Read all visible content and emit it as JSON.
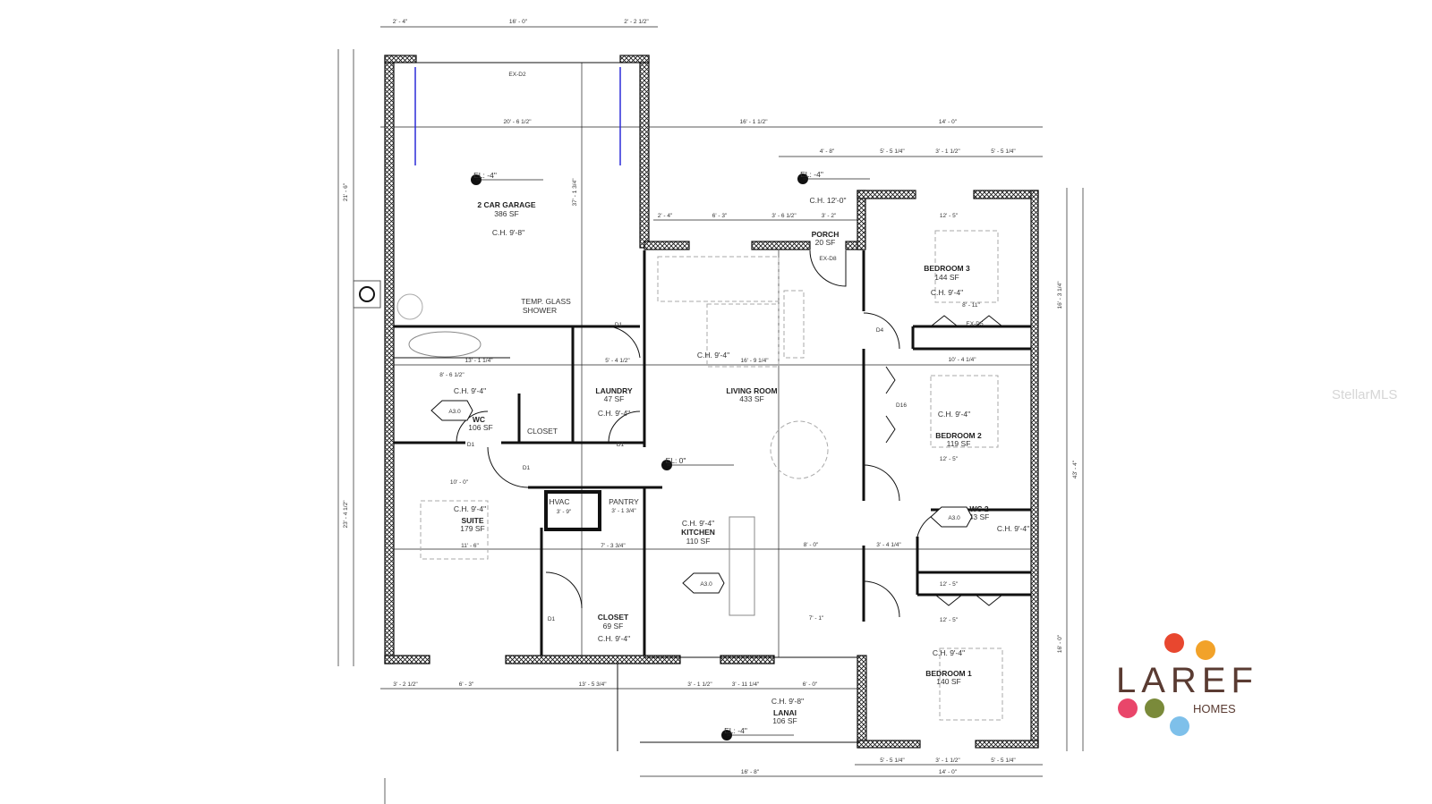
{
  "rooms": {
    "garage": {
      "name": "2 CAR GARAGE",
      "area": "386 SF",
      "ceiling": "C.H. 9'-8\""
    },
    "shower": {
      "name": "TEMP. GLASS",
      "name2": "SHOWER"
    },
    "laundry": {
      "name": "LAUNDRY",
      "area": "47 SF",
      "ceiling": "C.H. 9'-4\""
    },
    "wc": {
      "name": "WC",
      "area": "106 SF",
      "ceiling": "C.H. 9'-4\""
    },
    "closet_small": {
      "name": "CLOSET"
    },
    "suite": {
      "name": "SUITE",
      "area": "179 SF",
      "ceiling": "C.H. 9'-4\""
    },
    "hvac": {
      "name": "HVAC",
      "dim": "3' - 9\""
    },
    "pantry": {
      "name": "PANTRY",
      "dim": "3' - 1 3/4\""
    },
    "kitchen": {
      "name": "KITCHEN",
      "area": "110 SF",
      "ceiling": "C.H. 9'-4\""
    },
    "closet": {
      "name": "CLOSET",
      "area": "69 SF",
      "ceiling": "C.H. 9'-4\""
    },
    "living": {
      "name": "LIVING ROOM",
      "area": "433 SF",
      "ceiling": "C.H. 9'-4\""
    },
    "porch": {
      "name": "PORCH",
      "area": "20 SF",
      "ceiling": "C.H. 12'-0\"",
      "door": "EX-D8"
    },
    "bedroom3": {
      "name": "BEDROOM 3",
      "area": "144 SF",
      "ceiling": "C.H. 9'-4\""
    },
    "bedroom2": {
      "name": "BEDROOM 2",
      "area": "119 SF",
      "ceiling": "C.H. 9'-4\""
    },
    "wc2": {
      "name": "WC 2",
      "area": "43 SF",
      "ceiling": "C.H. 9'-4\""
    },
    "bedroom1": {
      "name": "BEDROOM 1",
      "area": "140 SF",
      "ceiling": "C.H. 9'-4\""
    },
    "lanai": {
      "name": "LANAI",
      "area": "106 SF",
      "ceiling": "C.H. 9'-8\""
    }
  },
  "elevations": [
    "EL: -4\"",
    "EL: -4\"",
    "EL: 0\"",
    "EL: -4\""
  ],
  "section_tags": [
    "A3.0",
    "A3.0",
    "A3.0"
  ],
  "door_tags": [
    "EX-D2",
    "D1",
    "D1",
    "D1",
    "D1",
    "D1",
    "D4",
    "D16",
    "EX-D5"
  ],
  "dimensions": {
    "top": [
      "2' - 4\"",
      "16' - 0\"",
      "2' - 2 1/2\"",
      "20' - 6 1/2\"",
      "16' - 1 1/2\"",
      "14' - 0\"",
      "5' - 5 1/4\"",
      "3' - 1 1/2\"",
      "5' - 5 1/4\"",
      "2' - 4\"",
      "6' - 3\"",
      "3' - 6 1/2\"",
      "3' - 2\"",
      "12' - 5\"",
      "4' - 8\""
    ],
    "bottom": [
      "3' - 2 1/2\"",
      "6' - 3\"",
      "13' - 5 3/4\"",
      "3' - 1 1/2\"",
      "3' - 11 1/4\"",
      "6' - 0\"",
      "5' - 5 1/4\"",
      "3' - 1 1/2\"",
      "5' - 5 1/4\"",
      "16' - 8\"",
      "14' - 0\""
    ],
    "left": [
      "21' - 6\"",
      "23' - 4 1/2\""
    ],
    "right": [
      "16' - 3 1/4\"",
      "43' - 4\"",
      "16' - 0\""
    ],
    "interior": [
      "13' - 1 1/4\"",
      "8' - 6 1/2\"",
      "10' - 0\"",
      "11' - 6\"",
      "7' - 3 3/4\"",
      "16' - 9 1/4\"",
      "12' - 5\"",
      "8' - 11\"",
      "10' - 4 1/4\"",
      "12' - 5\"",
      "3' - 4 1/4\"",
      "8' - 0\"",
      "7' - 1\"",
      "12' - 5\"",
      "37' - 1 3/4\"",
      "5' - 4 1/2\""
    ]
  },
  "logo": {
    "word": "LAREF",
    "sub": "HOMES",
    "dot_colors": [
      "#e8472f",
      "#f2a229",
      "#e9466a",
      "#7a8a3a",
      "#7ec0ea"
    ]
  },
  "watermark": "StellarMLS",
  "colors": {
    "wall_hatch": "#111111",
    "garage_door_marker": "#2a2ad8",
    "logo_text": "#5a3b32"
  }
}
